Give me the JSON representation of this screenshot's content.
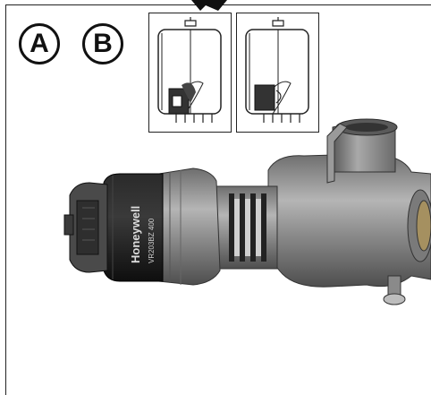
{
  "badges": {
    "a": "A",
    "b": "B"
  },
  "valve": {
    "brand": "Honeywell",
    "model": "VR203BZ 400"
  },
  "colors": {
    "line": "#222222",
    "metal": "#8a8a8a",
    "coil": "#1a1a1a"
  }
}
